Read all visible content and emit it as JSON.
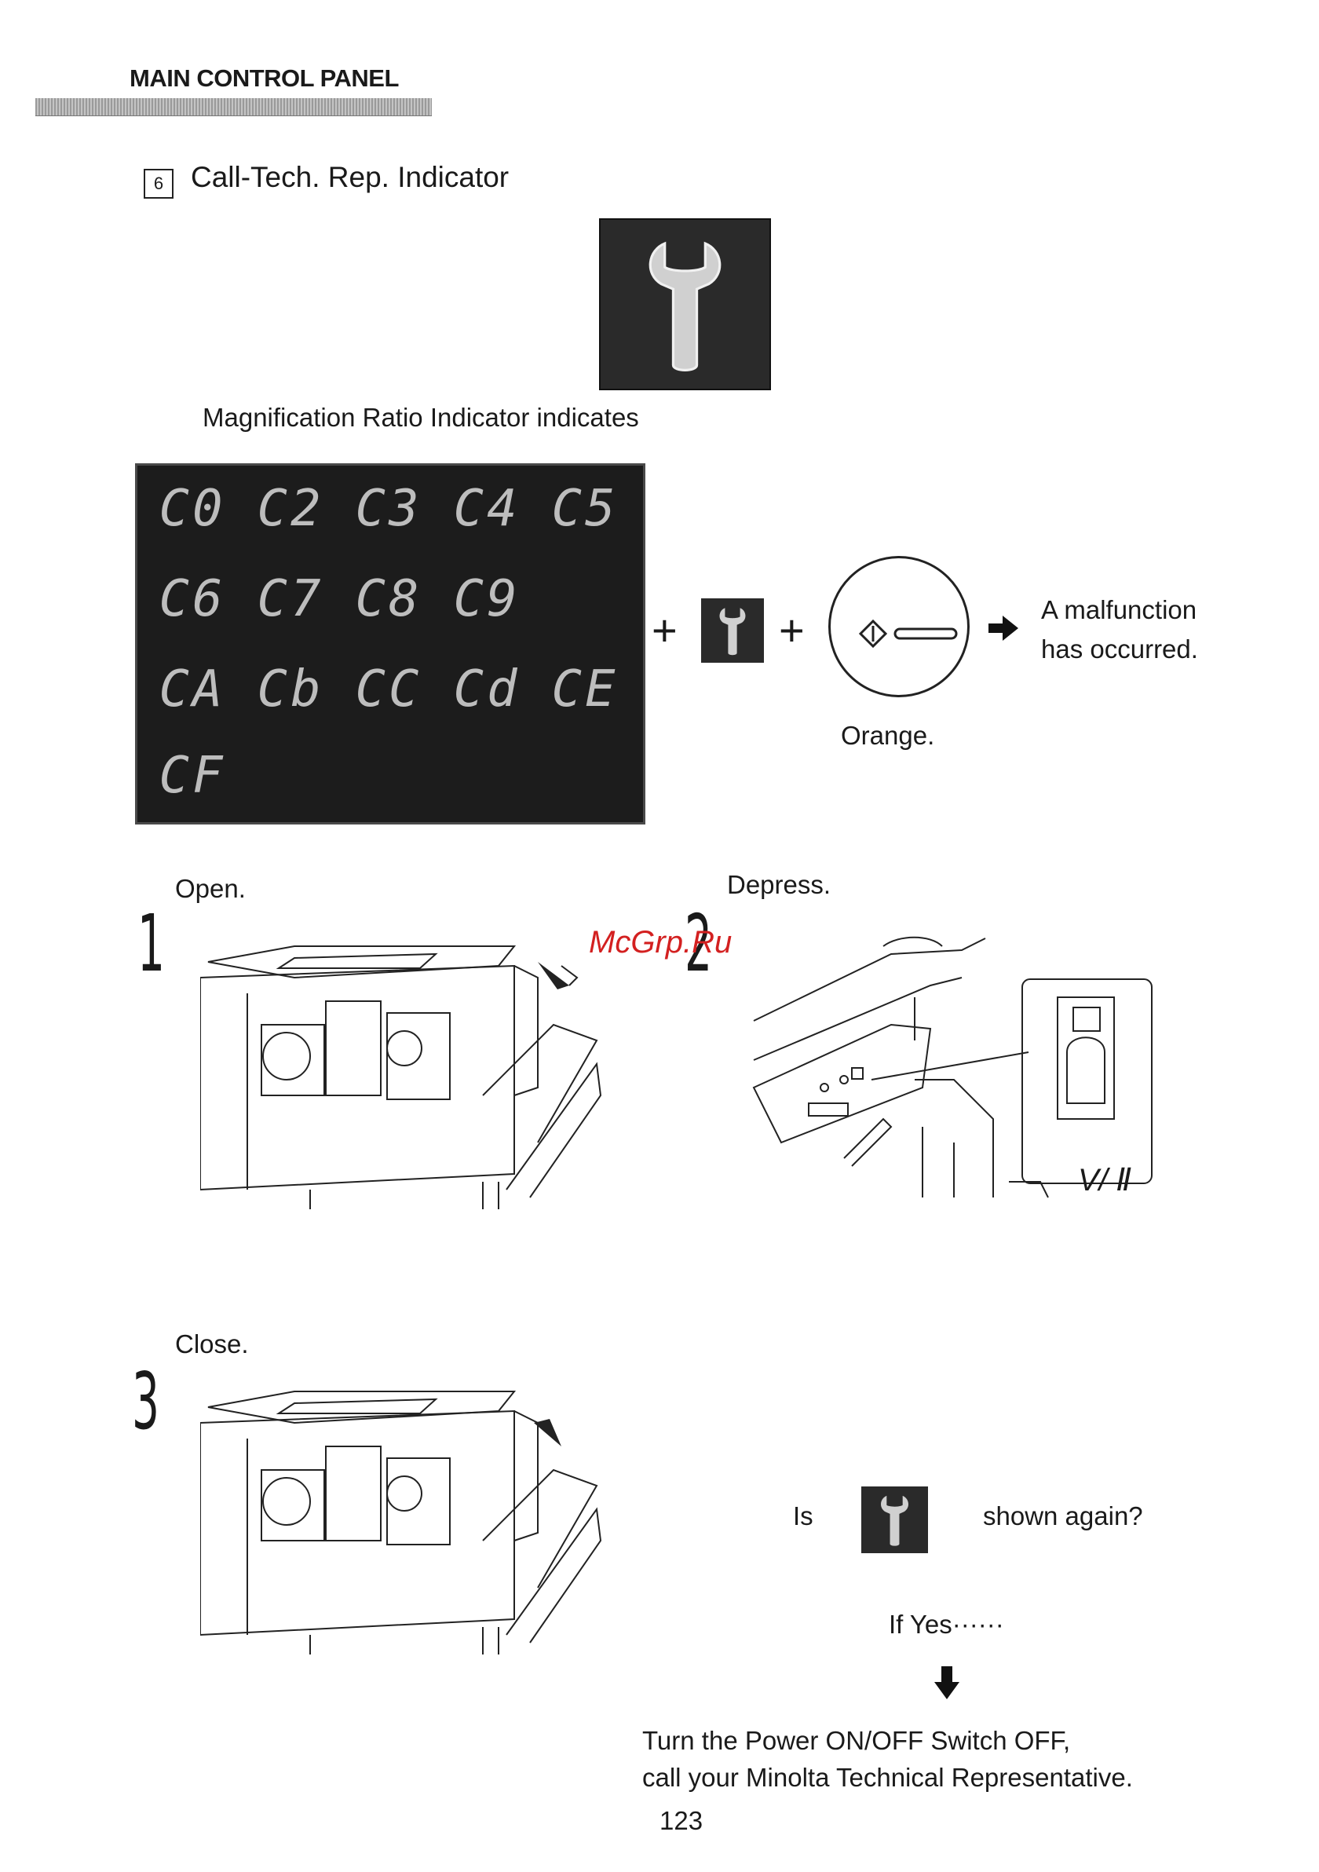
{
  "header": {
    "section_title": "MAIN CONTROL PANEL"
  },
  "item": {
    "number": "6",
    "title": "Call-Tech. Rep. Indicator"
  },
  "magnification_caption": "Magnification Ratio Indicator indicates",
  "error_codes": [
    "C0",
    "C2",
    "C3",
    "C4",
    "C5",
    "C6",
    "C7",
    "C8",
    "C9",
    "CA",
    "Cb",
    "CC",
    "Cd",
    "CE",
    "CF"
  ],
  "equation": {
    "plus": "+",
    "orange_label": "Orange.",
    "result_line1": "A malfunction",
    "result_line2": "has occurred."
  },
  "steps": [
    {
      "number": "1",
      "label": "Open."
    },
    {
      "number": "2",
      "label": "Depress."
    },
    {
      "number": "3",
      "label": "Close."
    }
  ],
  "question": {
    "prefix": "Is",
    "suffix": "shown again?",
    "if_yes": "If Yes······"
  },
  "instruction": {
    "line1": "Turn the Power ON/OFF Switch OFF,",
    "line2": "call your Minolta Technical Representative."
  },
  "watermark": "McGrp.Ru",
  "inset_label": "V/ Ⅱ",
  "page_number": "123"
}
